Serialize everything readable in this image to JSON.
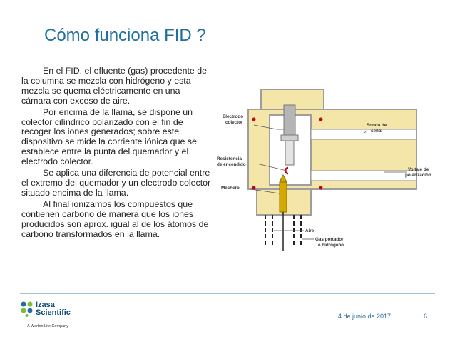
{
  "slide": {
    "title": "Cómo funciona FID ?",
    "paragraphs": [
      "En el FID, el efluente (gas) procedente de la columna se mezcla con hidrógeno y esta mezcla se quema eléctricamente en una cámara con exceso de aire.",
      "Por encima de la llama, se dispone un colector cilíndrico polarizado con el fin de recoger los iones generados; sobre este dispositivo se mide la corriente iónica que se establece entre la punta del quemador y el electrodo colector.",
      "Se aplica una diferencia de potencial entre el extremo del quemador y un electrodo colector situado encima de la llama.",
      "Al final ionizamos los compuestos que contienen carbono de manera que los iones producidos son aprox. igual al de los átomos de carbono transformados en la llama."
    ]
  },
  "diagram": {
    "labels": {
      "electrodo_colector_1": "Electrodo",
      "electrodo_colector_2": "colector",
      "sonda_1": "Sonda de",
      "sonda_2": "señal",
      "resistencia_1": "Resistencia",
      "resistencia_2": "de encendido",
      "voltaje_1": "Voltaje de",
      "voltaje_2": "polarización",
      "mechero": "Mechero",
      "aire": "Aire",
      "gas_1": "Gas portador",
      "gas_2": "e hidrógeno"
    },
    "colors": {
      "body": "#f3e6a8",
      "wall": "#9e9e9e",
      "inner": "#ffffff",
      "collector": "#b5b5b5",
      "burner": "#d4a900",
      "flame": "#c4001a",
      "leader": "#555555"
    }
  },
  "footer": {
    "logo_line1": "Izasa",
    "logo_line2": "Scientific",
    "logo_tagline": "A Werfen Life Company",
    "date": "4 de junio de 2017",
    "page": "6"
  }
}
